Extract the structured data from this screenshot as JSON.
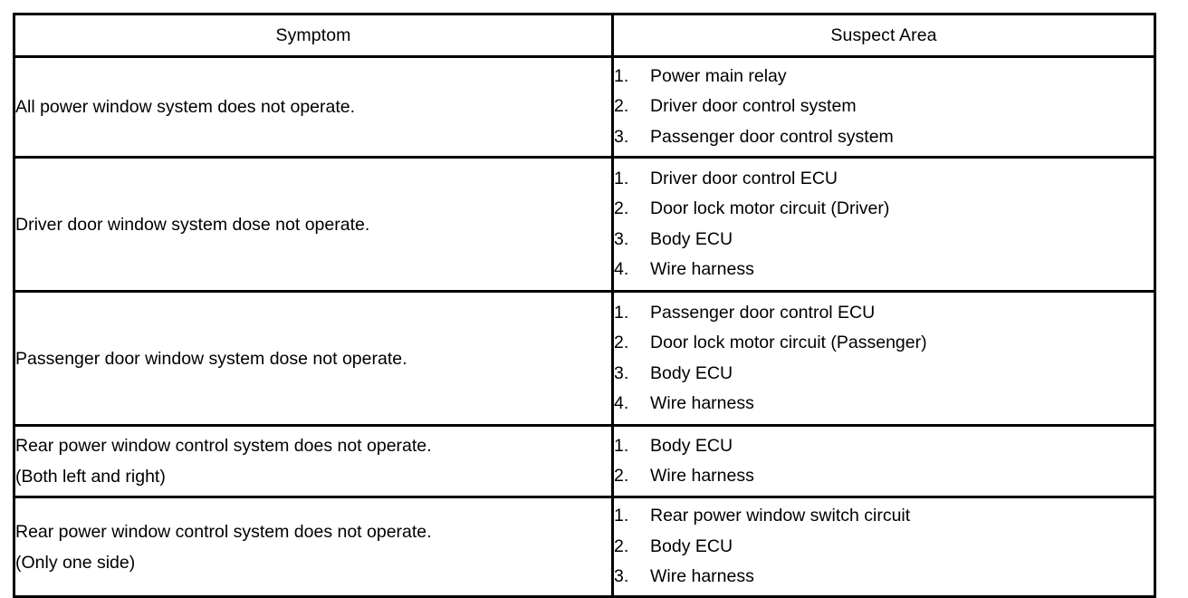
{
  "table": {
    "headers": {
      "symptom": "Symptom",
      "suspect_area": "Suspect Area"
    },
    "rows": [
      {
        "symptom": "All power window system does not operate.",
        "suspect_area": [
          "Power main relay",
          "Driver door control system",
          "Passenger door control system"
        ]
      },
      {
        "symptom": "Driver door window system dose not operate.",
        "suspect_area": [
          "Driver door control ECU",
          "Door lock motor circuit (Driver)",
          "Body ECU",
          "Wire harness"
        ]
      },
      {
        "symptom": "Passenger door window system dose not operate.",
        "suspect_area": [
          "Passenger door control ECU",
          "Door lock motor circuit (Passenger)",
          "Body ECU",
          "Wire harness"
        ]
      },
      {
        "symptom": "Rear power window control system does not operate.\n(Both left and right)",
        "suspect_area": [
          "Body ECU",
          "Wire harness"
        ]
      },
      {
        "symptom": "Rear power window control system does not operate.\n(Only one side)",
        "suspect_area": [
          "Rear power window switch circuit",
          "Body ECU",
          "Wire harness"
        ]
      }
    ],
    "numbering_suffix": ".",
    "colors": {
      "border": "#000000",
      "text": "#000000",
      "background": "#ffffff"
    }
  }
}
